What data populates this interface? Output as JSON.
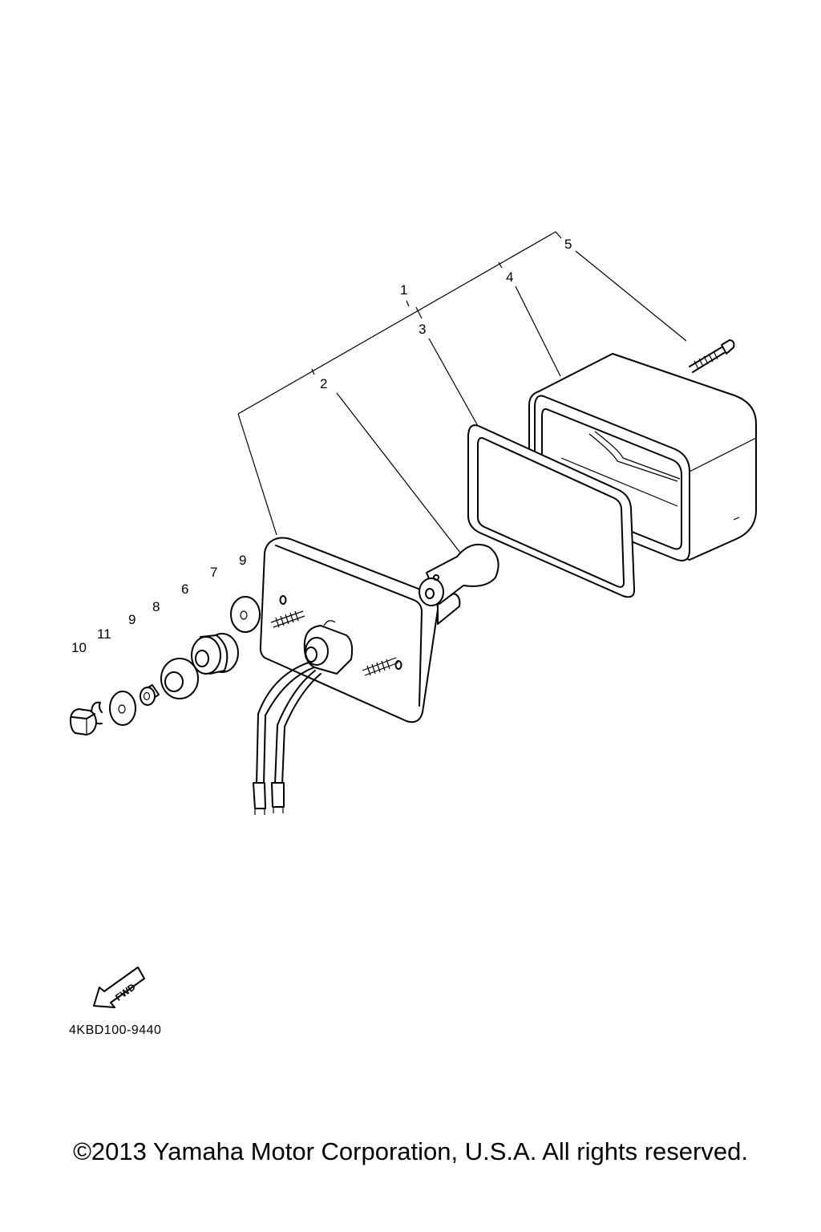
{
  "diagram": {
    "callouts": {
      "c1": "1",
      "c2": "2",
      "c3": "3",
      "c4": "4",
      "c5": "5",
      "c6": "6",
      "c7": "7",
      "c8": "8",
      "c9a": "9",
      "c9b": "9",
      "c10": "10",
      "c11": "11"
    },
    "fwd_label": "FWD",
    "drawing_code": "4KBD100-9440"
  },
  "footer": {
    "copyright": "©2013 Yamaha Motor Corporation, U.S.A. All rights reserved."
  }
}
